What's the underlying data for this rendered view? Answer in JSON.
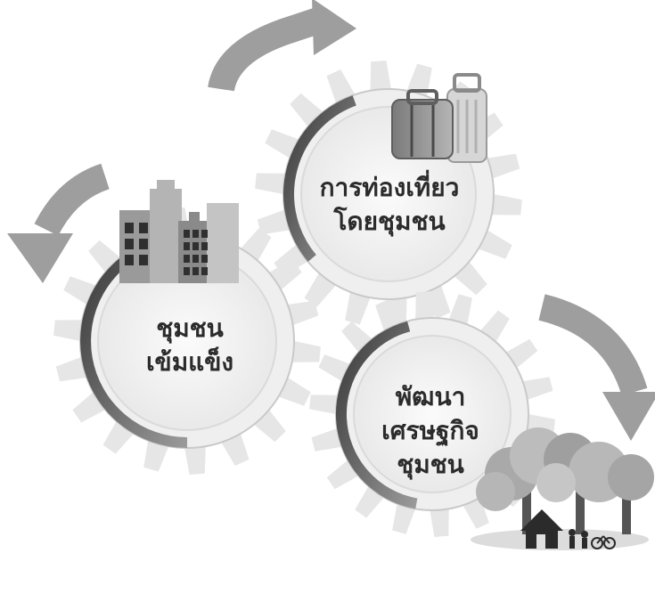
{
  "diagram": {
    "gears": [
      {
        "id": "tourism",
        "lines": [
          "การท่องเที่ยว",
          "โดยชุมชน"
        ],
        "icon": "luggage-icon"
      },
      {
        "id": "community",
        "lines": [
          "ชุมชน",
          "เข้มแข็ง"
        ],
        "icon": "city-buildings-icon"
      },
      {
        "id": "economy",
        "lines": [
          "พัฒนา",
          "เศรษฐกิจ",
          "ชุมชน"
        ],
        "icon": "village-trees-house-icon"
      }
    ],
    "arrows": [
      {
        "id": "arrow-to-tourism",
        "direction": "clockwise"
      },
      {
        "id": "arrow-to-community",
        "direction": "counter-clockwise"
      },
      {
        "id": "arrow-to-economy",
        "direction": "clockwise"
      }
    ],
    "colors": {
      "gear": "#e6e6e6",
      "inner": "#f4f4f4",
      "ring_dark": "#555555",
      "arrow": "#9e9e9e",
      "building": "#8f8f8f",
      "text": "#2b2b2b"
    }
  }
}
